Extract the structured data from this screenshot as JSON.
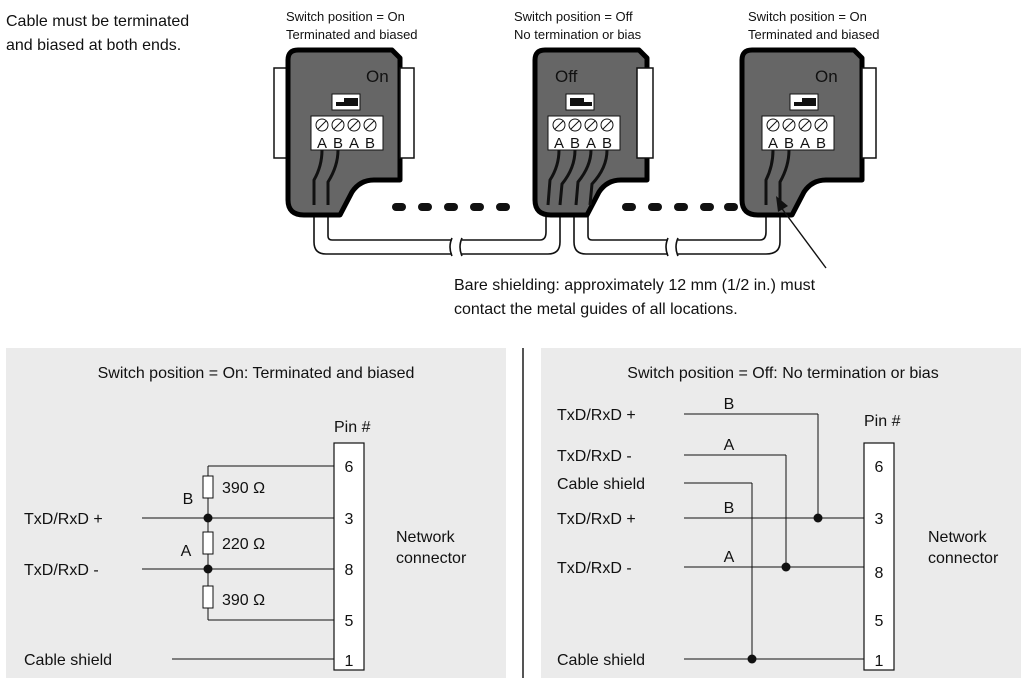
{
  "colors": {
    "panel_bg": "#ebebeb",
    "connector_fill": "#666666",
    "divider": "#555555"
  },
  "intro": {
    "line1": "Cable must be terminated",
    "line2": "and biased at both ends."
  },
  "connectors": [
    {
      "caption_line1": "Switch position = On",
      "caption_line2": "Terminated and biased",
      "state": "On",
      "pins": [
        "A",
        "B",
        "A",
        "B"
      ]
    },
    {
      "caption_line1": "Switch position = Off",
      "caption_line2": "No termination or bias",
      "state": "Off",
      "pins": [
        "A",
        "B",
        "A",
        "B"
      ]
    },
    {
      "caption_line1": "Switch position = On",
      "caption_line2": "Terminated and biased",
      "state": "On",
      "pins": [
        "A",
        "B",
        "A",
        "B"
      ]
    }
  ],
  "shielding_note": {
    "line1": "Bare shielding: approximately 12 mm (1/2 in.) must",
    "line2": "contact the metal guides of all locations."
  },
  "panel_on": {
    "title": "Switch position = On: Terminated and biased",
    "pin_header": "Pin #",
    "pins": [
      "6",
      "3",
      "8",
      "5",
      "1"
    ],
    "resistors": [
      "390 Ω",
      "220 Ω",
      "390 Ω"
    ],
    "node_b": "B",
    "node_a": "A",
    "signals": [
      "TxD/RxD +",
      "TxD/RxD -",
      "Cable shield"
    ],
    "network_line1": "Network",
    "network_line2": "connector"
  },
  "panel_off": {
    "title": "Switch position = Off: No termination or bias",
    "pin_header": "Pin #",
    "pins": [
      "6",
      "3",
      "8",
      "5",
      "1"
    ],
    "signals": [
      "TxD/RxD +",
      "TxD/RxD -",
      "Cable shield",
      "TxD/RxD +",
      "TxD/RxD -",
      "Cable shield"
    ],
    "wire_labels": [
      "B",
      "A",
      "B",
      "A"
    ],
    "network_line1": "Network",
    "network_line2": "connector"
  }
}
